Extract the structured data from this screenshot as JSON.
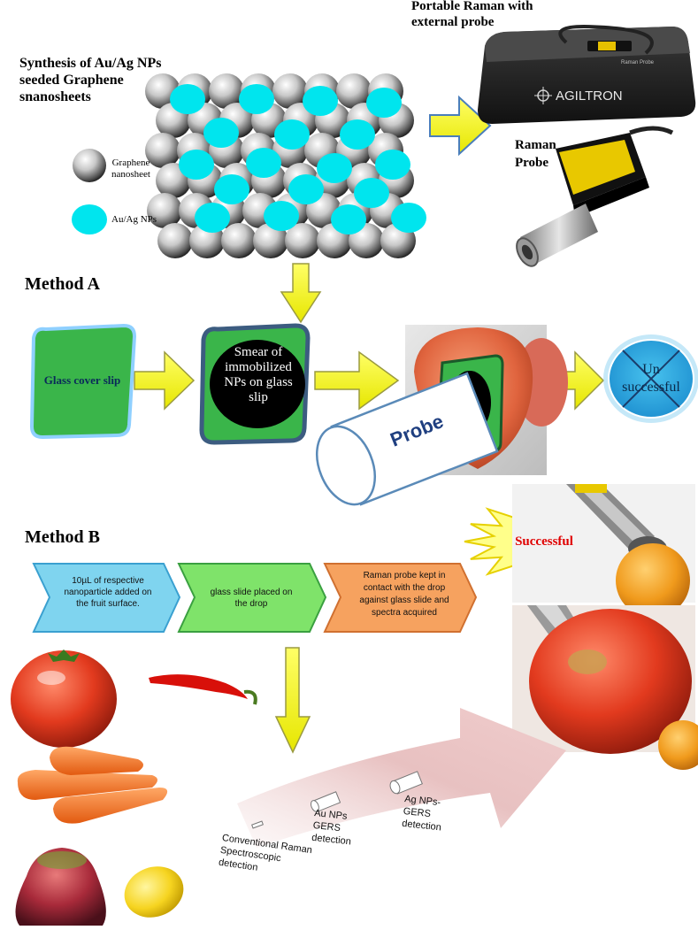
{
  "synthesis": {
    "title_line1": "Synthesis of Au/Ag NPs",
    "title_line2": "seeded Graphene",
    "title_line3": "snanosheets"
  },
  "legend": {
    "graphene_line1": "Graphene",
    "graphene_line2": "nanosheet",
    "nps": "Au/Ag NPs"
  },
  "raman": {
    "portable_line1": "Portable Raman with",
    "portable_line2": "external probe",
    "brand": "AGILTRON",
    "device_small": "Raman Probe",
    "probe_line1": "Raman",
    "probe_line2": "Probe"
  },
  "method_a": {
    "title": "Method A",
    "step1": "Glass cover slip",
    "step2_line1": "Smear of",
    "step2_line2": "immobilized",
    "step2_line3": "NPs on glass",
    "step2_line4": "slip",
    "probe": "Probe",
    "result_line1": "Un",
    "result_line2": "successful"
  },
  "method_b": {
    "title": "Method B",
    "step1_line1": "10µL of respective",
    "step1_line2": "nanoparticle added on",
    "step1_line3": "the fruit surface.",
    "step2_line1": "glass slide placed on",
    "step2_line2": "the drop",
    "step3_line1": "Raman probe kept in",
    "step3_line2": "contact with the drop",
    "step3_line3": "against glass slide  and",
    "step3_line4": "spectra acquired",
    "result": "Successful"
  },
  "detection": {
    "conv_line1": "Conventional Raman",
    "conv_line2": "Spectroscopic",
    "conv_line3": "detection",
    "au_line1": "Au NPs",
    "au_line2": "GERS",
    "au_line3": "detection",
    "ag_line1": "Ag NPs-",
    "ag_line2": "GERS",
    "ag_line3": "detection"
  },
  "colors": {
    "cyan": "#00e5ee",
    "green": "#33b24a",
    "yellow_arrow": "#f4f400",
    "chevron_blue": "#7fd4ef",
    "chevron_green": "#7fe36a",
    "chevron_orange": "#f6a25f",
    "result_blue": "#29a8e0",
    "successful_red": "#e00000"
  }
}
